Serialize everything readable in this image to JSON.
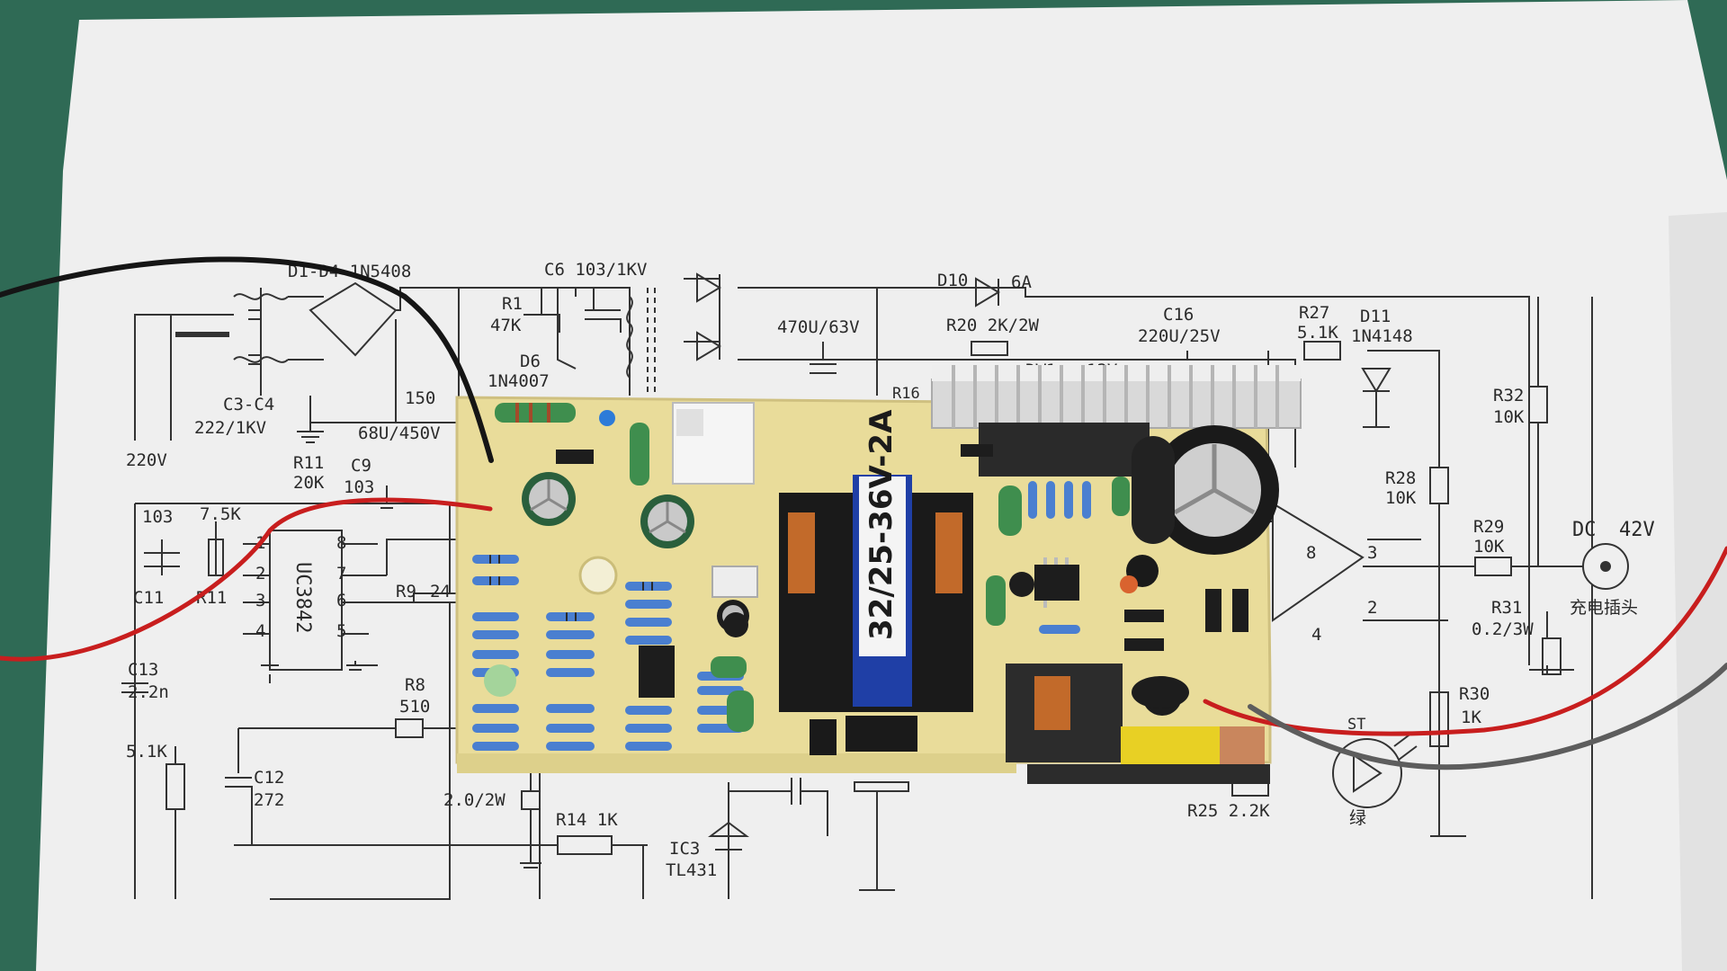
{
  "photo": {
    "colors": {
      "desk": "#2f6a55",
      "paper": "#efefef",
      "ink": "#2a2a2a",
      "pcb": "#e9dc9a",
      "transformer_band": "#1f3fa6",
      "wire_red": "#c81e1e",
      "wire_black": "#151515",
      "wire_gray": "#5d5d5d"
    }
  },
  "schematic": {
    "labels": {
      "d1_d4": "D1-D4 1N5408",
      "c6": "C6 103/1KV",
      "r1": "R1",
      "r1_val": "47K",
      "d6": "D6",
      "d6_val": "1N4007",
      "c3_c4": "C3-C4",
      "c3_c4_val": "222/1KV",
      "v220": "220V",
      "r2_val": "150",
      "c_bulk": "68U/450V",
      "r11_top": "R11",
      "r11_top_val": "20K",
      "c9": "C9",
      "c9_val": "103",
      "c103": "103",
      "r7k5": "7.5K",
      "c11": "C11",
      "r11": "R11",
      "ic": "UC3842",
      "pin1": "1",
      "pin2": "2",
      "pin3": "3",
      "pin4": "4",
      "pin5": "5",
      "pin6": "6",
      "pin7": "7",
      "pin8": "8",
      "r9": "R9",
      "r9_val": "24",
      "c13": "C13",
      "c13_val": "2.2n",
      "r8": "R8",
      "r8_val": "510",
      "r5k1": "5.1K",
      "c12": "C12",
      "c12_val": "272",
      "r_sense": "2.0/2W",
      "r14": "R14 1K",
      "ic3": "IC3",
      "ic3_val": "TL431",
      "d10": "D10",
      "d10_val": "6A",
      "c_out": "470U/63V",
      "r20": "R20 2K/2W",
      "c16": "C16",
      "c16_val": "220U/25V",
      "dw1": "DW1",
      "dw1_val": "12V",
      "r27": "R27",
      "r27_val": "5.1K",
      "d11": "D11",
      "d11_val": "1N4148",
      "r32": "R32",
      "r32_val": "10K",
      "r28": "R28",
      "r28_val": "10K",
      "r29": "R29",
      "r29_val": "10K",
      "r31": "R31",
      "r31_val": "0.2/3W",
      "r30": "R30",
      "r30_val": "1K",
      "r25": "R25 2.2K",
      "opamp_8": "8",
      "opamp_3": "3",
      "opamp_2": "2",
      "opamp_4": "4",
      "dc": "DC",
      "dc_val": "42V",
      "charge_plug": "充电插头",
      "led_green": "绿",
      "st": "ST",
      "r16": "R16"
    }
  },
  "board": {
    "transformer_label": "32/25-36V-2A"
  }
}
